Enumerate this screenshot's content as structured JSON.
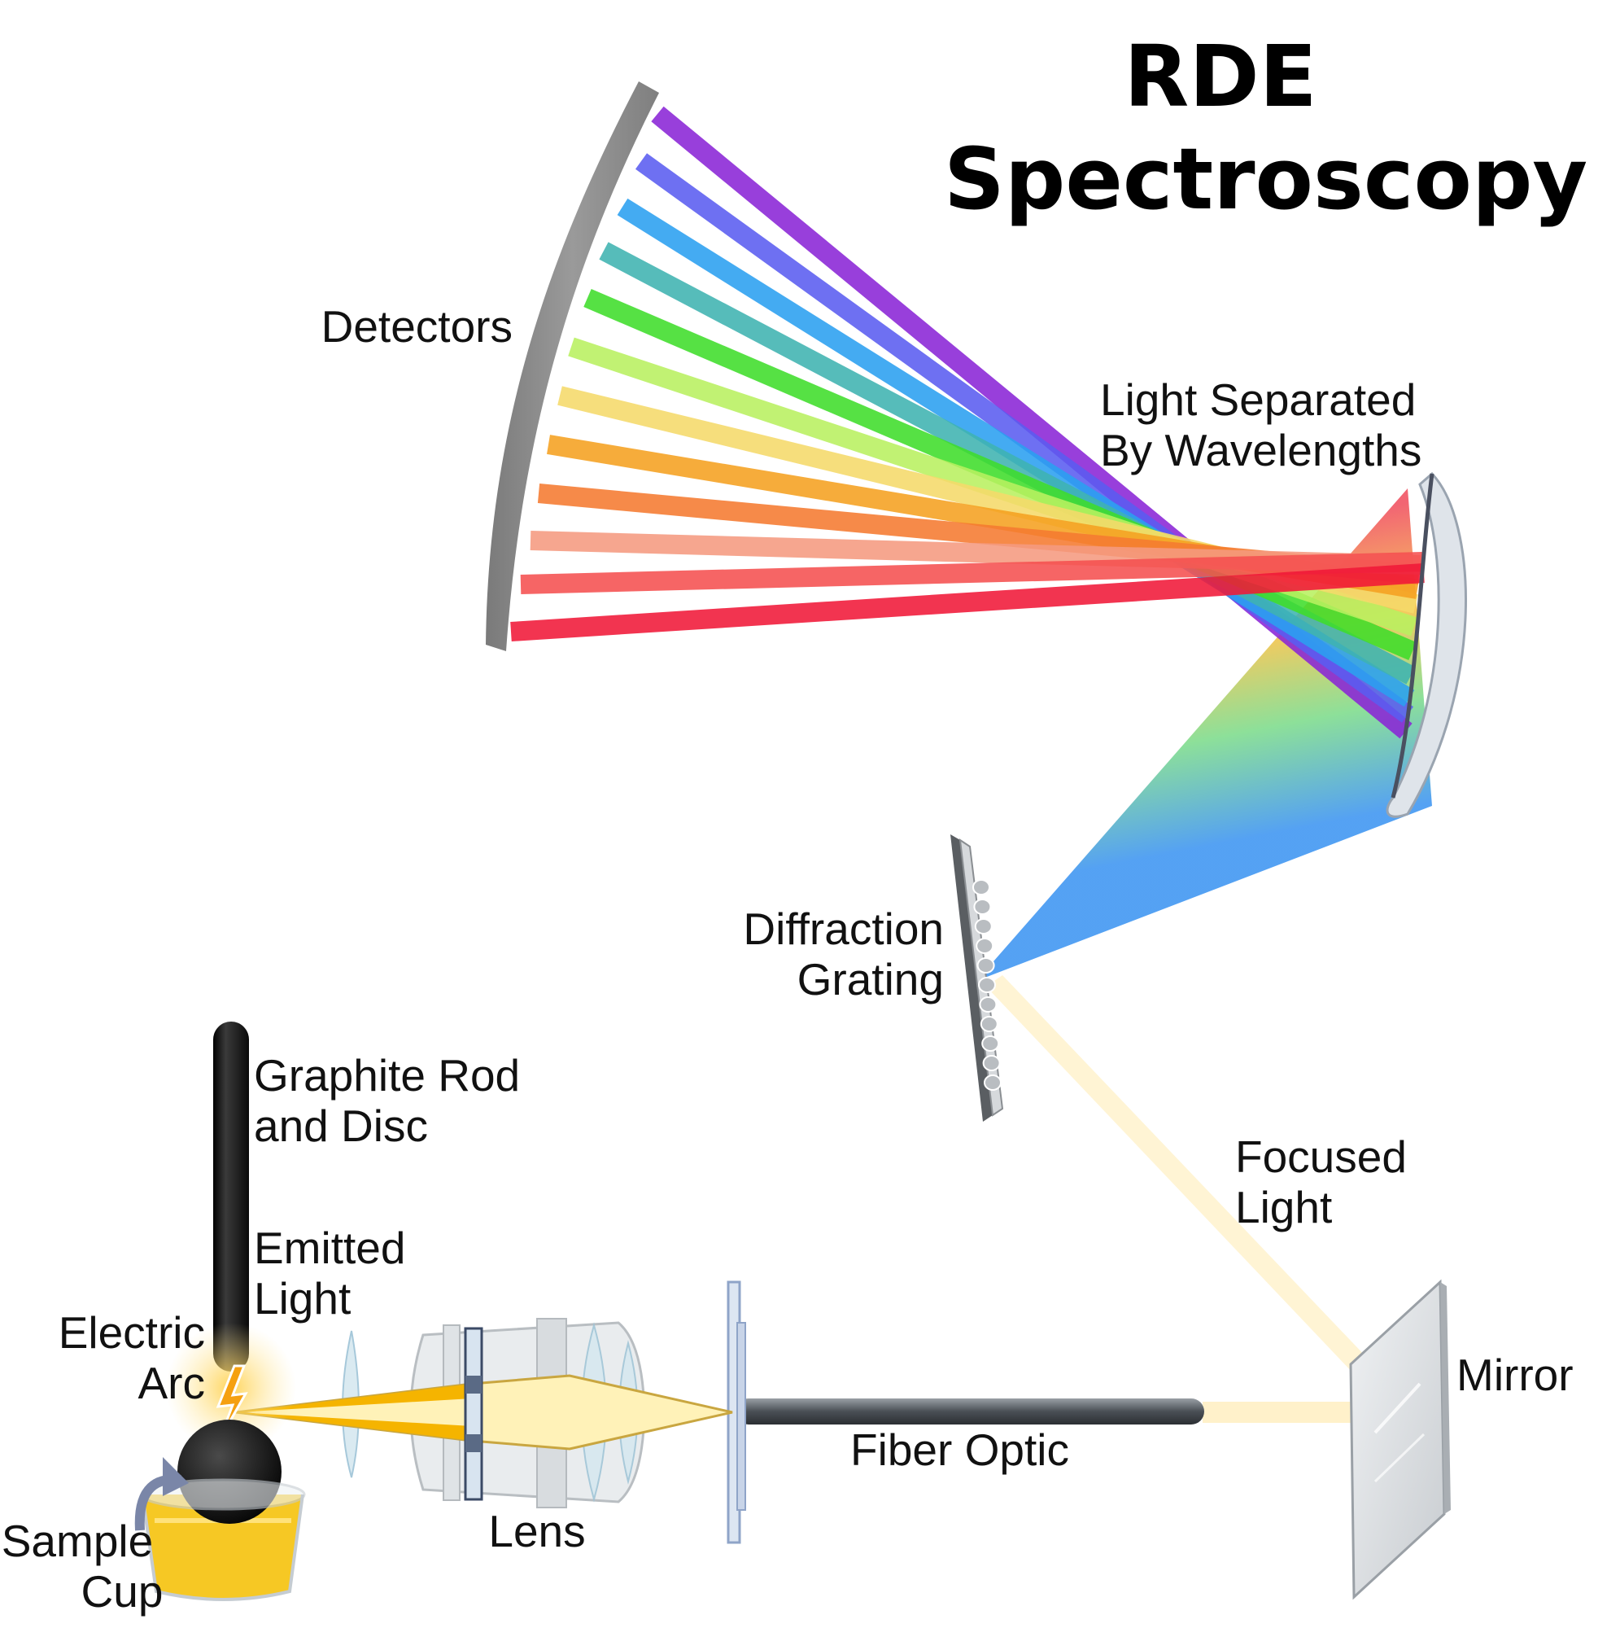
{
  "title": {
    "line1": "RDE",
    "line2": "Spectroscopy"
  },
  "labels": {
    "detectors": "Detectors",
    "light_separated_1": "Light Separated",
    "light_separated_2": "By Wavelengths",
    "diffraction_1": "Diffraction",
    "diffraction_2": "Grating",
    "graphite_1": "Graphite Rod",
    "graphite_2": "and Disc",
    "emitted_1": "Emitted",
    "emitted_2": "Light",
    "electric_1": "Electric",
    "electric_2": "Arc",
    "focused_1": "Focused",
    "focused_2": "Light",
    "mirror": "Mirror",
    "fiber_optic": "Fiber Optic",
    "lens": "Lens",
    "sample_1": "Sample",
    "sample_2": "Cup"
  },
  "colors": {
    "spectrum": [
      "#8a24d6",
      "#5a5cf0",
      "#2a9ff0",
      "#3fb3b0",
      "#3fdd2a",
      "#b8f060",
      "#f5d96a",
      "#f5a020",
      "#f57a30",
      "#f59a80",
      "#f55050",
      "#f01838"
    ],
    "detector": "#8c8c8c",
    "focused_light": "#fff3cf",
    "graphite": "#1a1a1a",
    "sample_liquid": "#f5c518",
    "arc": "#f5a010",
    "lens_glass": "#dde9ee",
    "fiber": "#5e6368"
  }
}
